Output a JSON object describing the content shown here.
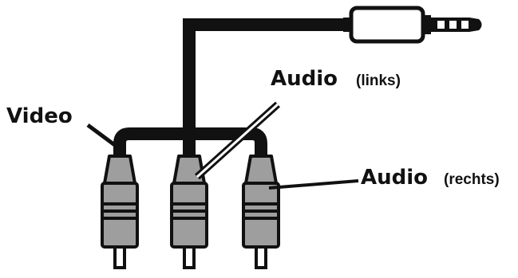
{
  "labels": {
    "video": "Video",
    "audio_left": "Audio",
    "audio_left_note": "(links)",
    "audio_right": "Audio",
    "audio_right_note": "(rechts)"
  },
  "colors": {
    "cable": "#111111",
    "plug_body": "#9e9e9e",
    "outline": "#111111",
    "background": "#ffffff"
  }
}
